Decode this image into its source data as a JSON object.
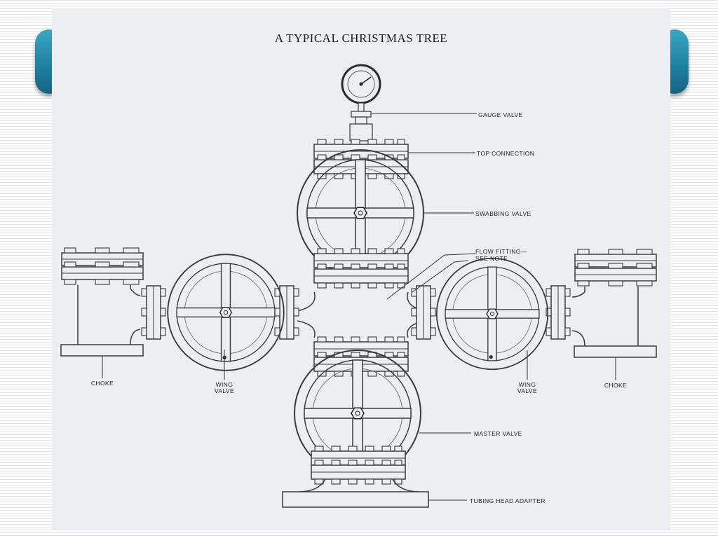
{
  "diagram": {
    "title": "A TYPICAL CHRISTMAS TREE",
    "labels": {
      "gauge_valve": "GAUGE VALVE",
      "top_connection": "TOP CONNECTION",
      "swabbing_valve": "SWABBING VALVE",
      "flow_fitting_line1": "FLOW FITTING—",
      "flow_fitting_line2": "SEE NOTE",
      "choke_left": "CHOKE",
      "wing_valve_left_line1": "WING",
      "wing_valve_left_line2": "VALVE",
      "wing_valve_right_line1": "WING",
      "wing_valve_right_line2": "VALVE",
      "choke_right": "CHOKE",
      "master_valve": "MASTER VALVE",
      "tubing_head_adapter": "TUBING HEAD ADAPTER"
    }
  }
}
